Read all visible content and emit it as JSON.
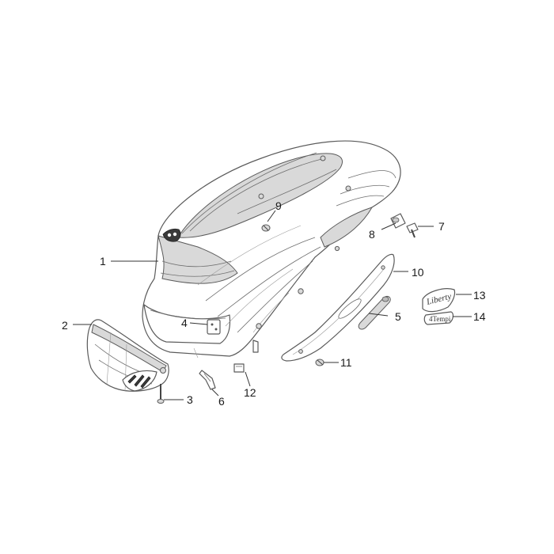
{
  "callouts": [
    {
      "id": "1",
      "label": "1"
    },
    {
      "id": "2",
      "label": "2"
    },
    {
      "id": "3",
      "label": "3"
    },
    {
      "id": "4",
      "label": "4"
    },
    {
      "id": "5",
      "label": "5"
    },
    {
      "id": "6",
      "label": "6"
    },
    {
      "id": "7",
      "label": "7"
    },
    {
      "id": "8",
      "label": "8"
    },
    {
      "id": "9",
      "label": "9"
    },
    {
      "id": "10",
      "label": "10"
    },
    {
      "id": "11",
      "label": "11"
    },
    {
      "id": "12",
      "label": "12"
    },
    {
      "id": "13",
      "label": "13"
    },
    {
      "id": "14",
      "label": "14"
    }
  ],
  "emblems": {
    "liberty": "Liberty",
    "model": "4Tempi"
  }
}
